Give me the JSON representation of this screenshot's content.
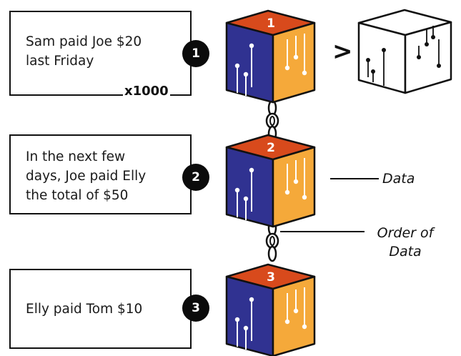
{
  "steps": [
    {
      "number": "1",
      "text": "Sam paid Joe $20\nlast Friday",
      "multiplier": "x1000",
      "cube_label": "1"
    },
    {
      "number": "2",
      "text": "In the next few\ndays, Joe paid Elly\nthe total of $50",
      "cube_label": "2"
    },
    {
      "number": "3",
      "text": "Elly paid Tom $10",
      "cube_label": "3"
    }
  ],
  "comparison_symbol": ">",
  "callouts": {
    "data": "Data",
    "order_of_data": "Order of\nData"
  },
  "colors": {
    "top": "#d84a1c",
    "left": "#303291",
    "right": "#f5a93a",
    "outline": "#111111"
  },
  "icons": [
    "circuit-lines-icon",
    "chain-link-icon"
  ]
}
